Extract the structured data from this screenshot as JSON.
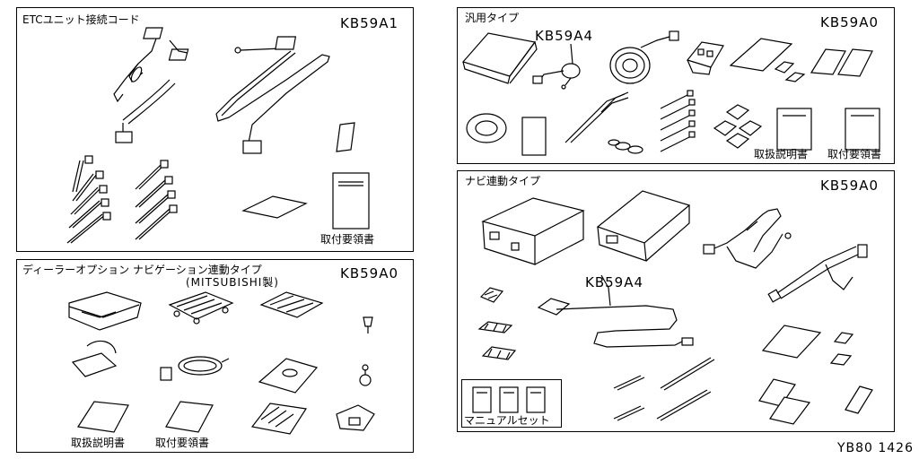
{
  "panels": {
    "etc": {
      "title": "ETCユニット接続コード",
      "code": "KB59A1",
      "label_install": "取付要領書"
    },
    "dealer": {
      "title": "ディーラーオプション ナビゲーション連動タイプ",
      "subtitle": "(MITSUBISHI製)",
      "code": "KB59A0",
      "label_manual": "取扱説明書",
      "label_install": "取付要領書"
    },
    "generic": {
      "title": "汎用タイプ",
      "code": "KB59A0",
      "sub_code": "KB59A4",
      "label_manual": "取扱説明書",
      "label_install": "取付要領書"
    },
    "navi": {
      "title": "ナビ連動タイプ",
      "code": "KB59A0",
      "sub_code": "KB59A4",
      "label_manual_set": "マニュアルセット"
    }
  },
  "footer": {
    "ref": "YB80 1426"
  }
}
